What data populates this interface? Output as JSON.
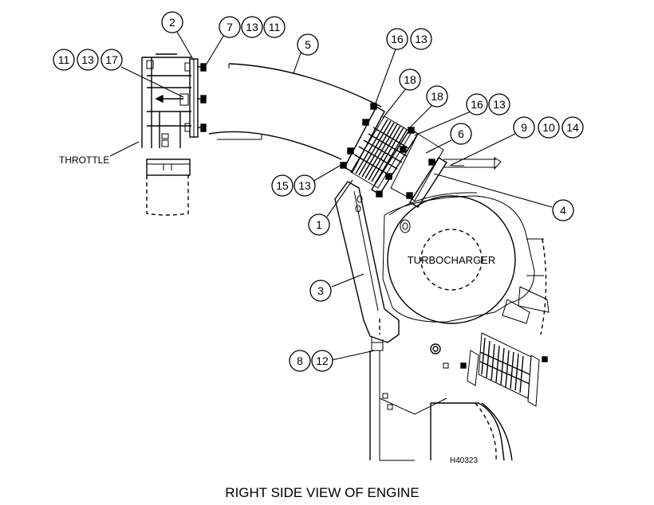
{
  "caption": "RIGHT SIDE VIEW OF ENGINE",
  "labels": {
    "throttle": "THROTTLE",
    "turbocharger": "TURBOCHARGER",
    "illustration_number": "H40323"
  },
  "callout_groups": [
    [
      "2"
    ],
    [
      "7",
      "13",
      "11"
    ],
    [
      "11",
      "13",
      "17"
    ],
    [
      "5"
    ],
    [
      "16",
      "13"
    ],
    [
      "18"
    ],
    [
      "18"
    ],
    [
      "16",
      "13"
    ],
    [
      "6"
    ],
    [
      "9",
      "10",
      "14"
    ],
    [
      "15",
      "13"
    ],
    [
      "1"
    ],
    [
      "4"
    ],
    [
      "3"
    ],
    [
      "8",
      "12"
    ]
  ]
}
